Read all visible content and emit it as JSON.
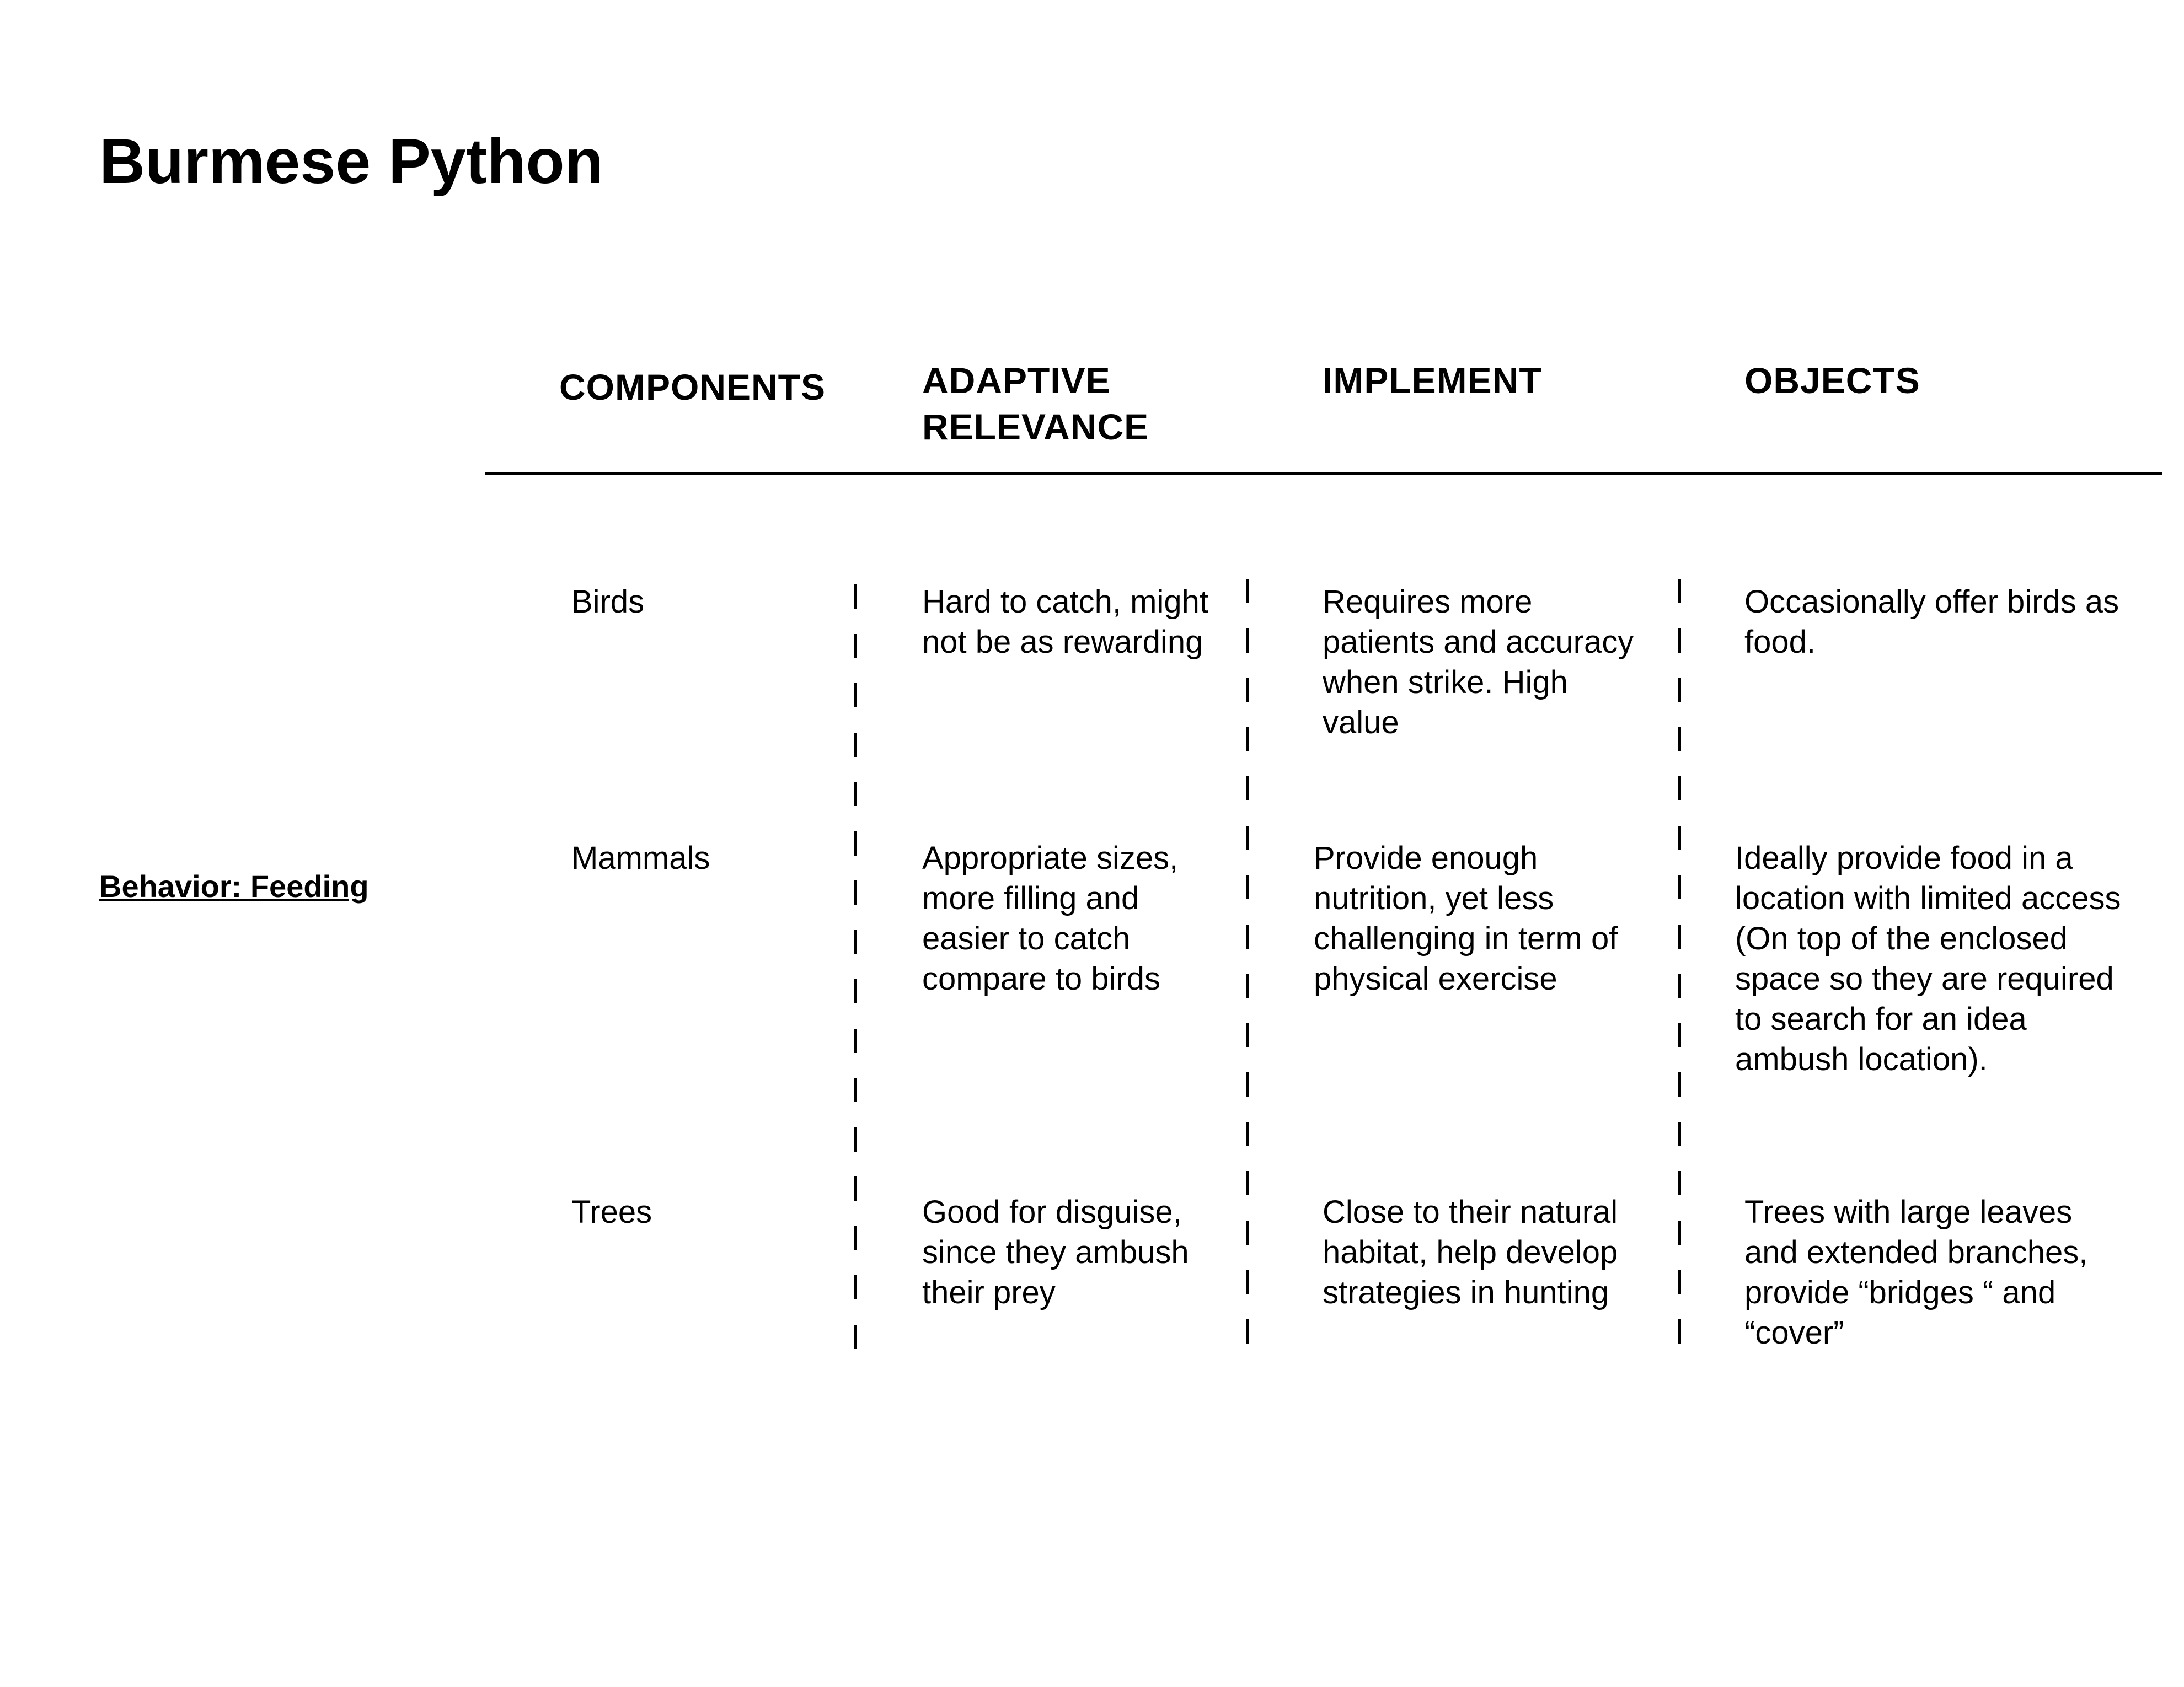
{
  "title": "Burmese Python",
  "behavior_label": "Behavior: Feeding",
  "headers": {
    "components": "COMPONENTS",
    "adaptive": "ADAPTIVE RELEVANCE",
    "implement": "IMPLEMENT",
    "objects": "OBJECTS"
  },
  "rows": [
    {
      "component": "Birds",
      "adaptive": "Hard to catch, might not be as rewarding",
      "implement": "Requires more patients and accuracy when strike. High value",
      "objects": "Occasionally offer birds as food."
    },
    {
      "component": "Mammals",
      "adaptive": "Appropriate sizes, more filling and easier to catch compare to birds",
      "implement": "Provide enough nutrition, yet less challenging in term of physical exercise",
      "objects": "Ideally provide food in a location with limited access (On top of the enclosed space so they are required to search for an idea ambush location)."
    },
    {
      "component": "Trees",
      "adaptive": "Good for disguise, since they ambush their prey",
      "implement": "Close to their natural habitat, help develop strategies in hunting",
      "objects": "Trees with large leaves and extended branches, provide “bridges “ and “cover”"
    }
  ]
}
